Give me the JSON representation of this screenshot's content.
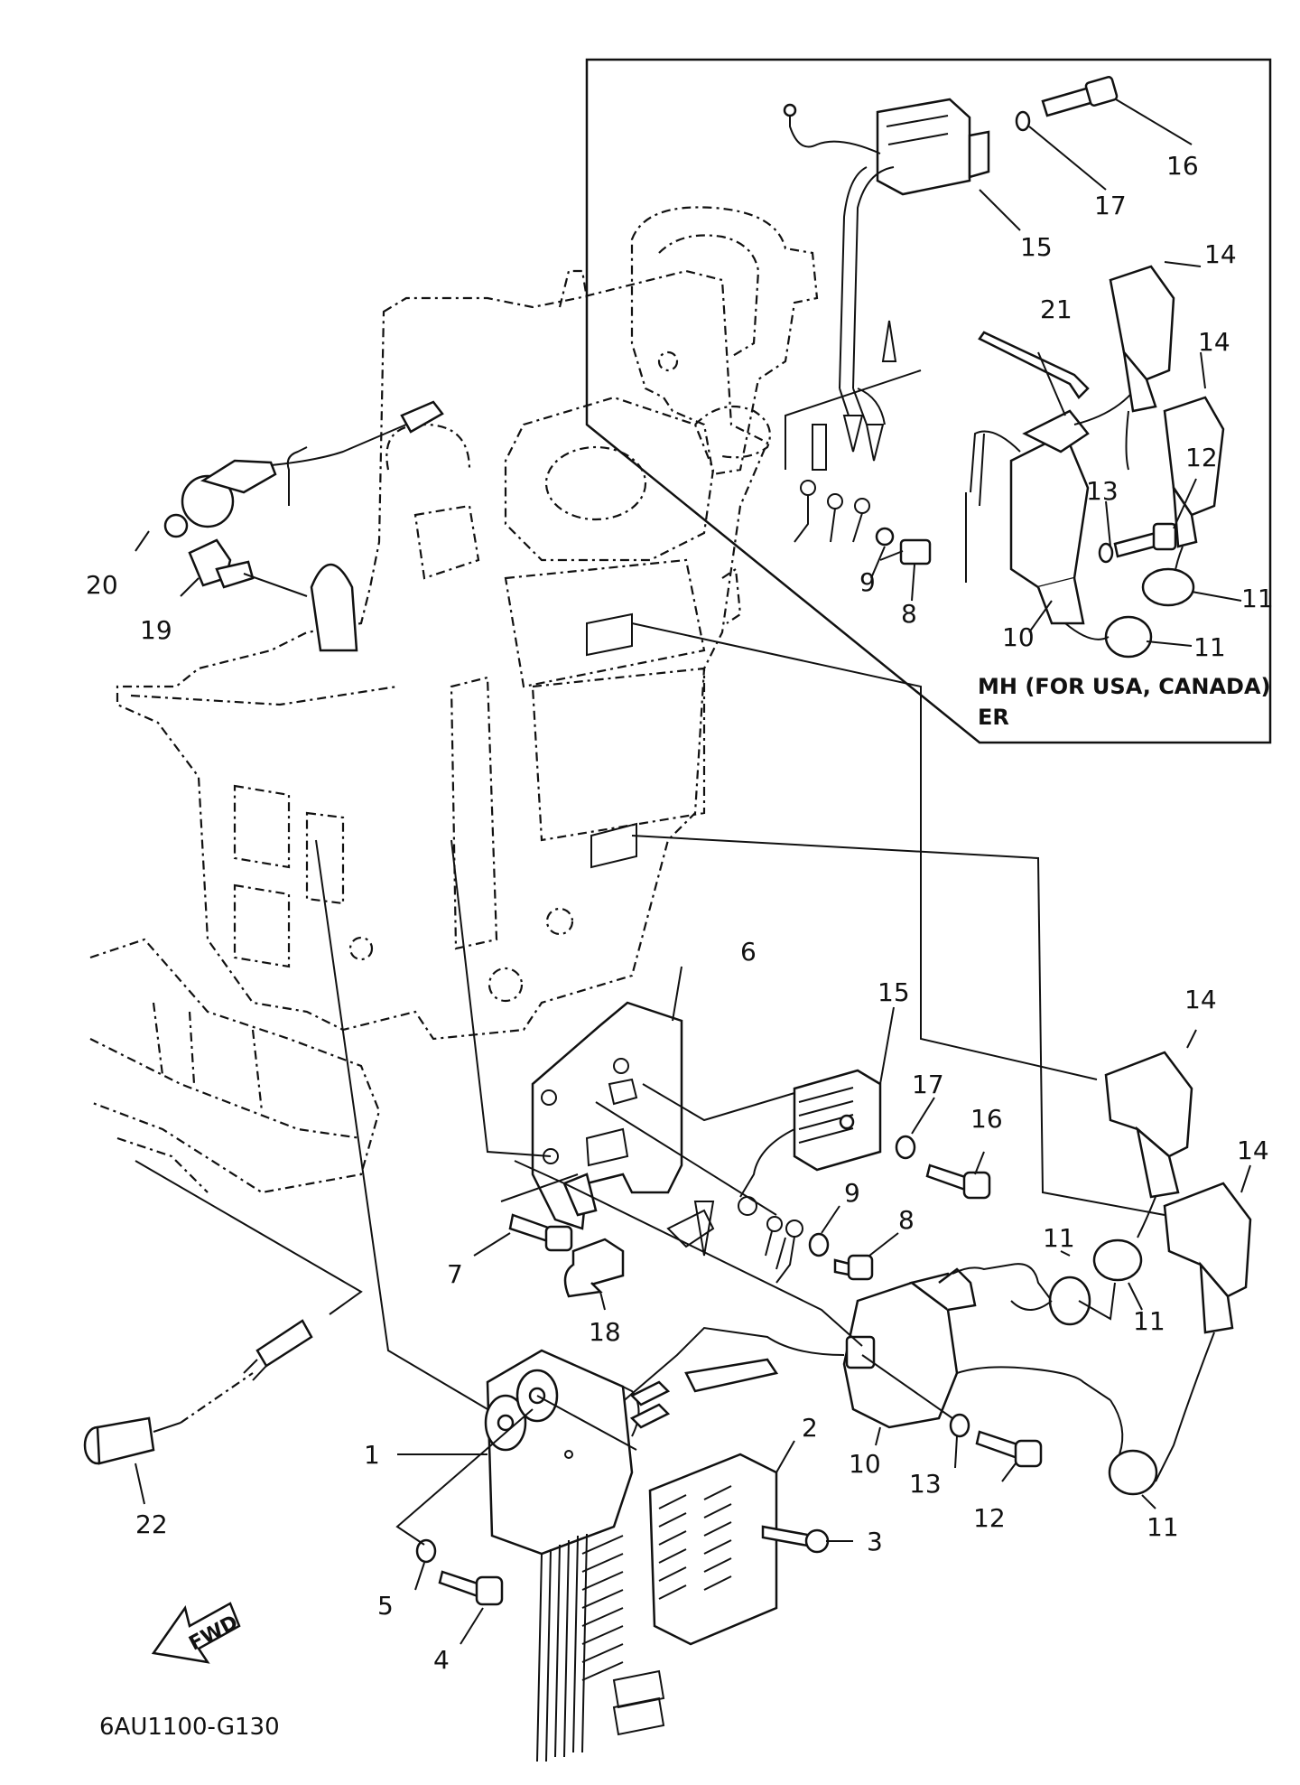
{
  "diagram": {
    "inset_note_line1": "MH (FOR USA, CANADA)",
    "inset_note_line2": "ER",
    "fwd_label": "FWD",
    "part_code": "6AU1100-G130",
    "callouts": {
      "p1": "1",
      "p2": "2",
      "p3": "3",
      "p4": "4",
      "p5": "5",
      "p6": "6",
      "p7": "7",
      "p8": "8",
      "p9": "9",
      "p10": "10",
      "p11a": "11",
      "p11b": "11",
      "p11c": "11",
      "p12": "12",
      "p13": "13",
      "p14a": "14",
      "p14b": "14",
      "p15": "15",
      "p16": "16",
      "p17": "17",
      "p18": "18",
      "p19": "19",
      "p20": "20",
      "p22": "22",
      "i8": "8",
      "i9": "9",
      "i10": "10",
      "i11a": "11",
      "i11b": "11",
      "i12": "12",
      "i13": "13",
      "i14a": "14",
      "i14b": "14",
      "i15": "15",
      "i16": "16",
      "i17": "17",
      "i21": "21"
    }
  }
}
